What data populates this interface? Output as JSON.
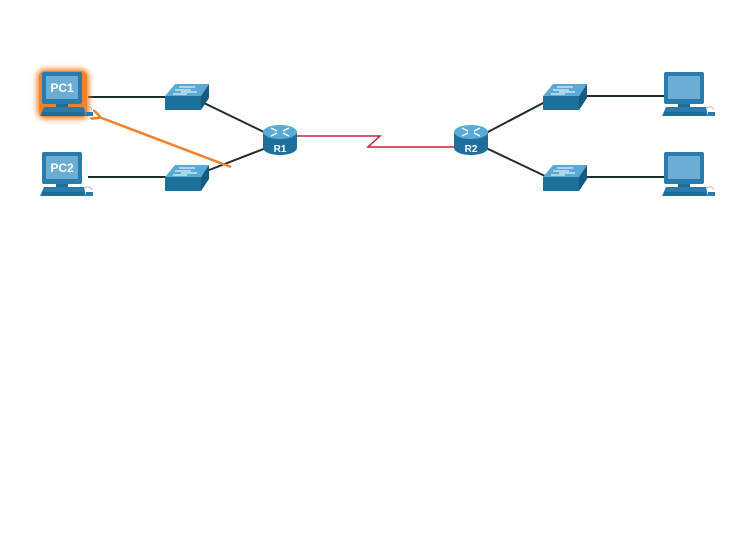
{
  "devices": {
    "pc1": {
      "label": "PC1",
      "highlighted": true
    },
    "pc2": {
      "label": "PC2"
    },
    "r1": {
      "label": "R1"
    },
    "r2": {
      "label": "R2"
    }
  },
  "colors": {
    "device": "#2a7bab",
    "screen": "#6aaed6",
    "ethernet": "#1f2d2d",
    "serial": "#c8203a",
    "highlight": "#f0812a"
  }
}
